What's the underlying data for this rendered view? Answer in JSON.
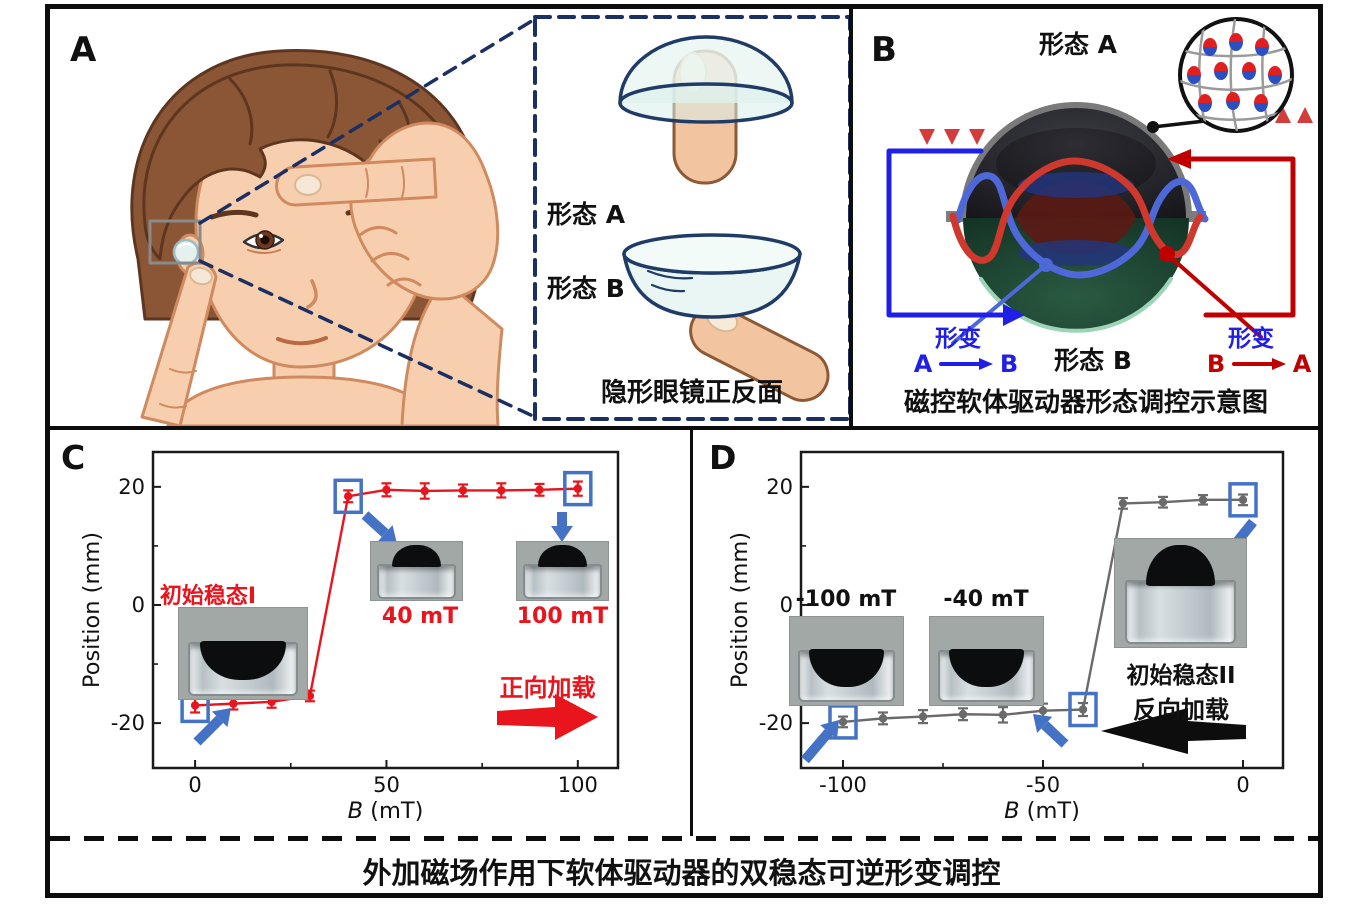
{
  "figure": {
    "panel_a": {
      "label": "A",
      "inset": {
        "shape_a_label": "形态 A",
        "shape_b_label": "形态 B",
        "caption": "隐形眼镜正反面"
      }
    },
    "panel_b": {
      "label": "B",
      "state_a_label": "形态 A",
      "state_b_label": "形态 B",
      "left_transform": {
        "word": "形变",
        "from": "A",
        "to": "B"
      },
      "right_transform": {
        "word": "形变",
        "from": "B",
        "to": "A"
      },
      "caption": "磁控软体驱动器形态调控示意图"
    },
    "panel_c": {
      "label": "C",
      "photos": [
        {
          "label": "初始稳态I",
          "shape": "bowl"
        },
        {
          "label": "40 mT",
          "shape": "dome"
        },
        {
          "label": "100 mT",
          "shape": "dome"
        }
      ],
      "loading_label": "正向加载"
    },
    "panel_d": {
      "label": "D",
      "photos": [
        {
          "label": "-100 mT",
          "shape": "bowl"
        },
        {
          "label": "-40 mT",
          "shape": "bowl"
        },
        {
          "label": "初始稳态II",
          "shape": "dome"
        }
      ],
      "loading_label": "反向加载"
    },
    "footer_caption": "外加磁场作用下软体驱动器的双稳态可逆形变调控",
    "colors": {
      "series_red": "#e8151d",
      "series_gray": "#6a6a6a",
      "highlight_blue": "#4472c4",
      "navy_dashed": "#1c2f63",
      "accent_blue": "#1f1fe8",
      "dark_red": "#c00000"
    }
  },
  "chart_data": [
    {
      "id": "c",
      "type": "line",
      "title": "",
      "xlabel": "B (mT)",
      "xlabel_var": "B",
      "xlabel_unit": "(mT)",
      "ylabel": "Position (mm)",
      "xlim": [
        -11,
        110.5
      ],
      "ylim": [
        -27.6,
        25.9
      ],
      "xticks": [
        0,
        50,
        100
      ],
      "xticks_minor": [
        25,
        75
      ],
      "yticks": [
        -20,
        0,
        20
      ],
      "yticks_minor": [
        -10,
        10
      ],
      "grid": false,
      "legend": null,
      "series": [
        {
          "name": "forward loading sweep",
          "color": "#e8151d",
          "x": [
            0,
            10,
            20,
            30,
            40,
            50,
            60,
            70,
            80,
            90,
            100
          ],
          "y": [
            -17.0,
            -16.7,
            -16.4,
            -15.4,
            18.4,
            19.5,
            19.3,
            19.4,
            19.4,
            19.5,
            19.7
          ],
          "yerr": [
            1.2,
            1.0,
            1.0,
            0.9,
            1.0,
            1.1,
            1.3,
            1.0,
            1.2,
            1.0,
            1.2
          ]
        }
      ],
      "highlighted_x": [
        0,
        40,
        100
      ],
      "highlight_color": "#4472c4"
    },
    {
      "id": "d",
      "type": "line",
      "title": "",
      "xlabel": "B (mT)",
      "xlabel_var": "B",
      "xlabel_unit": "(mT)",
      "ylabel": "Position (mm)",
      "xlim": [
        -110.5,
        10
      ],
      "ylim": [
        -27.6,
        25.9
      ],
      "xticks": [
        -100,
        -50,
        0
      ],
      "xticks_minor": [
        -75,
        -25
      ],
      "yticks": [
        -20,
        0,
        20
      ],
      "yticks_minor": [
        -10,
        10
      ],
      "grid": false,
      "legend": null,
      "series": [
        {
          "name": "reverse loading sweep",
          "color": "#6a6a6a",
          "x": [
            -100,
            -90,
            -80,
            -70,
            -60,
            -50,
            -40,
            -30,
            -20,
            -10,
            0
          ],
          "y": [
            -19.8,
            -19.2,
            -18.9,
            -18.5,
            -18.6,
            -17.9,
            -17.7,
            17.2,
            17.4,
            17.8,
            17.8
          ],
          "yerr": [
            0.9,
            1.0,
            1.1,
            1.0,
            1.3,
            1.2,
            1.1,
            0.9,
            0.9,
            0.8,
            0.9
          ]
        }
      ],
      "highlighted_x": [
        -100,
        -40,
        0
      ],
      "highlight_color": "#4472c4"
    }
  ]
}
